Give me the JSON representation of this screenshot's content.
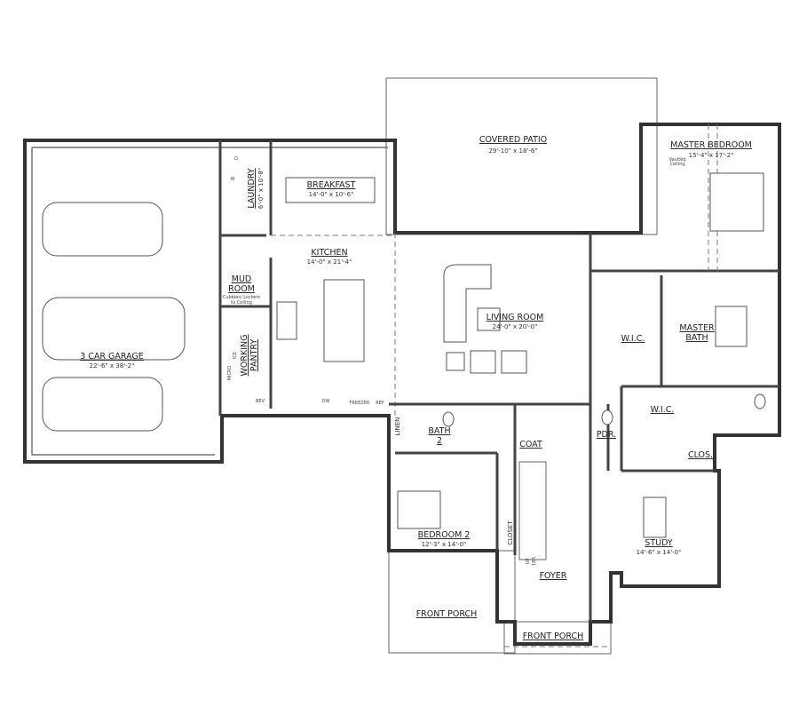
{
  "rooms": {
    "covered_patio": {
      "name": "COVERED PATIO",
      "dims": "29'-10\" x 18'-6\""
    },
    "master_bedroom": {
      "name": "MASTER BEDROOM",
      "dims": "15'-4\" x 17'-2\""
    },
    "laundry": {
      "name": "LAUNDRY",
      "dims": "6'-0\" x 10'-8\""
    },
    "breakfast": {
      "name": "BREAKFAST",
      "dims": "14'-0\" x 10'-6\""
    },
    "kitchen": {
      "name": "KITCHEN",
      "dims": "14'-0\" x 21'-4\""
    },
    "mud_room": {
      "name_1": "MUD",
      "name_2": "ROOM",
      "note_1": "Cubbies/ Lockers",
      "note_2": "to Ceiling"
    },
    "living_room": {
      "name": "LIVING ROOM",
      "dims": "24'-0\" x 20'-0\""
    },
    "master_bath": {
      "name_1": "MASTER",
      "name_2": "BATH"
    },
    "wic_1": {
      "name": "W.I.C."
    },
    "wic_2": {
      "name": "W.I.C."
    },
    "garage": {
      "name": "3 CAR GARAGE",
      "dims": "22'-6\" x 38'-2\""
    },
    "working_pantry": {
      "name_1": "WORKING",
      "name_2": "PANTRY"
    },
    "bath_2": {
      "name_1": "BATH",
      "name_2": "2"
    },
    "linen": {
      "name": "LINEN"
    },
    "coat": {
      "name": "COAT"
    },
    "pdr": {
      "name": "PDR."
    },
    "clos": {
      "name": "CLOS."
    },
    "bedroom_2": {
      "name": "BEDROOM 2",
      "dims": "12'-3\" x 14'-0\""
    },
    "closet": {
      "name": "CLOSET"
    },
    "study": {
      "name": "STUDY",
      "dims": "14'-6\" x 14'-0\""
    },
    "foyer": {
      "name": "FOYER"
    },
    "front_porch_1": {
      "name": "FRONT PORCH"
    },
    "front_porch_2": {
      "name": "FRONT PORCH"
    }
  },
  "stair": {
    "up": "UP",
    "risers": "18R"
  },
  "appliances": {
    "washer": "W",
    "dryer": "D",
    "ice": "ICE",
    "micro": "MICRO",
    "bev": "BEV",
    "dw": "DW",
    "freezer": "FREEZER",
    "ref": "REF"
  },
  "ceiling_note": {
    "line_1": "Vaulted",
    "line_2": "Ceiling"
  }
}
